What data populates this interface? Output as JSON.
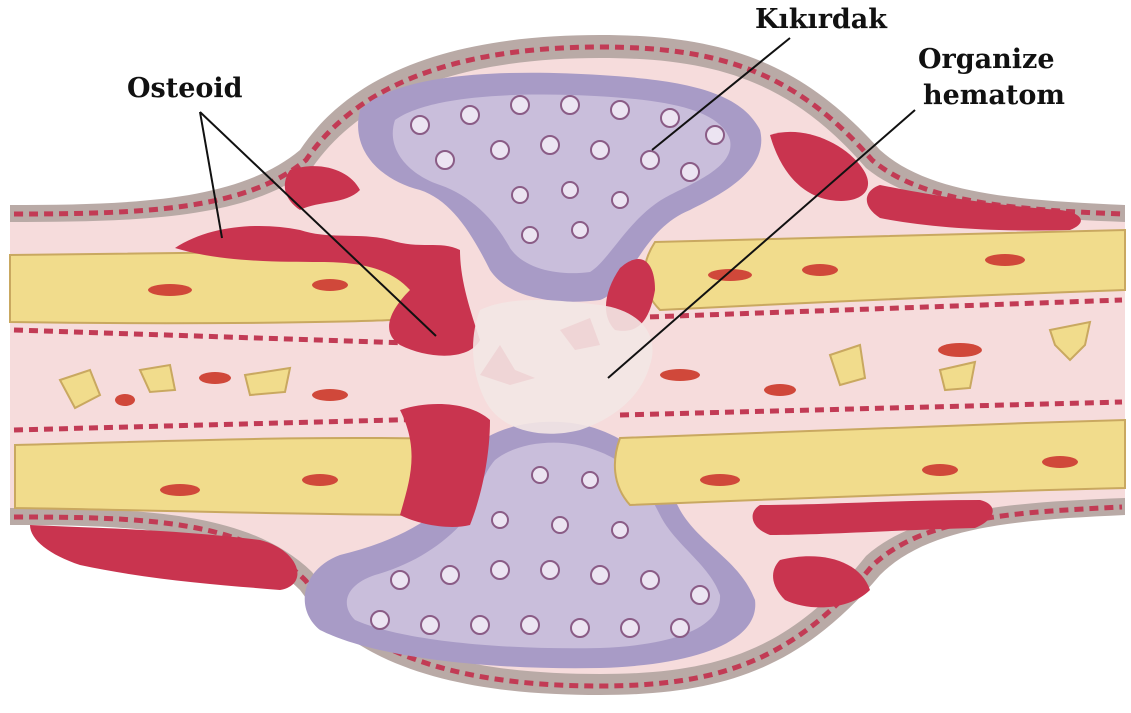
{
  "labels": {
    "osteoid": "Osteoid",
    "cartilage": "Kıkırdak",
    "hematoma_line1": "Organize",
    "hematoma_line2": "hematom"
  },
  "colors": {
    "background": "#ffffff",
    "periosteum": "#b9aaa6",
    "periosteum_cells": "#c23b55",
    "soft_tissue": "#f6dcdc",
    "bone": "#f1dc8c",
    "bone_outline": "#c9a860",
    "osteoid": "#c9344f",
    "cartilage": "#a89bc6",
    "cartilage_light": "#c9bedb",
    "hematoma": "#f3e7e4",
    "leader_line": "#111111"
  }
}
